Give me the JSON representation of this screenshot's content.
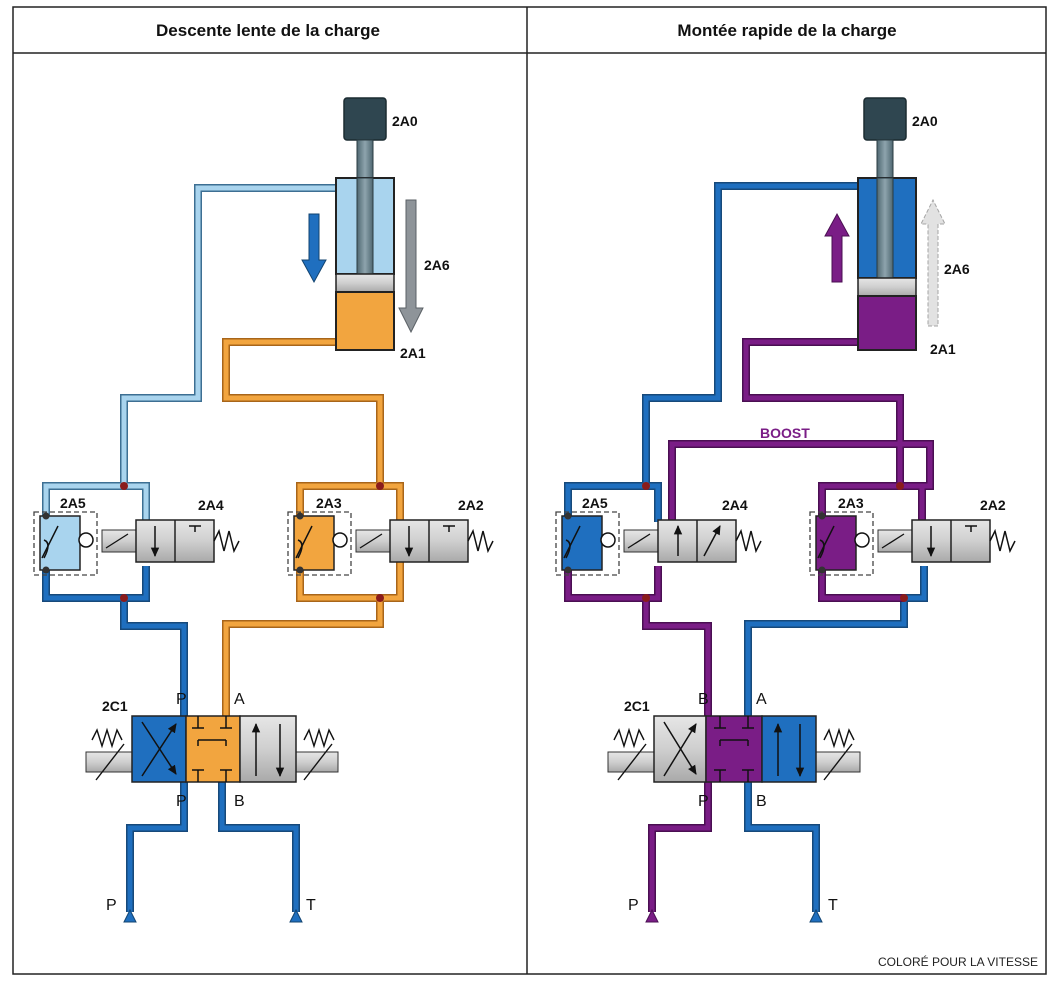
{
  "panels": {
    "left": {
      "title": "Descente lente de la charge",
      "cylinder_label": "2A0",
      "chamber_label": "2A1",
      "valve_a_label": "2A2",
      "flow_a_label": "2A3",
      "valve_b_label": "2A4",
      "flow_b_label": "2A5",
      "sensor_label": "2A6",
      "main_valve_label": "2C1",
      "port_top_left": "P",
      "port_top_right": "A",
      "port_bottom_left": "P",
      "port_bottom_right": "B",
      "supply_label": "P",
      "tank_label": "T"
    },
    "right": {
      "title": "Montée rapide de la charge",
      "cylinder_label": "2A0",
      "chamber_label": "2A1",
      "valve_a_label": "2A2",
      "flow_a_label": "2A3",
      "valve_b_label": "2A4",
      "flow_b_label": "2A5",
      "sensor_label": "2A6",
      "main_valve_label": "2C1",
      "boost_label": "BOOST",
      "port_top_left": "B",
      "port_top_right": "A",
      "port_bottom_left": "P",
      "port_bottom_right": "B",
      "supply_label": "P",
      "tank_label": "T"
    }
  },
  "footer": "COLORÉ POUR LA VITESSE",
  "colors": {
    "light_blue": "#a9d4ee",
    "blue": "#1f6fbf",
    "orange": "#f2a53f",
    "purple": "#7a1d86",
    "rod": "#2f4650",
    "gray": "#cfcfcf"
  }
}
